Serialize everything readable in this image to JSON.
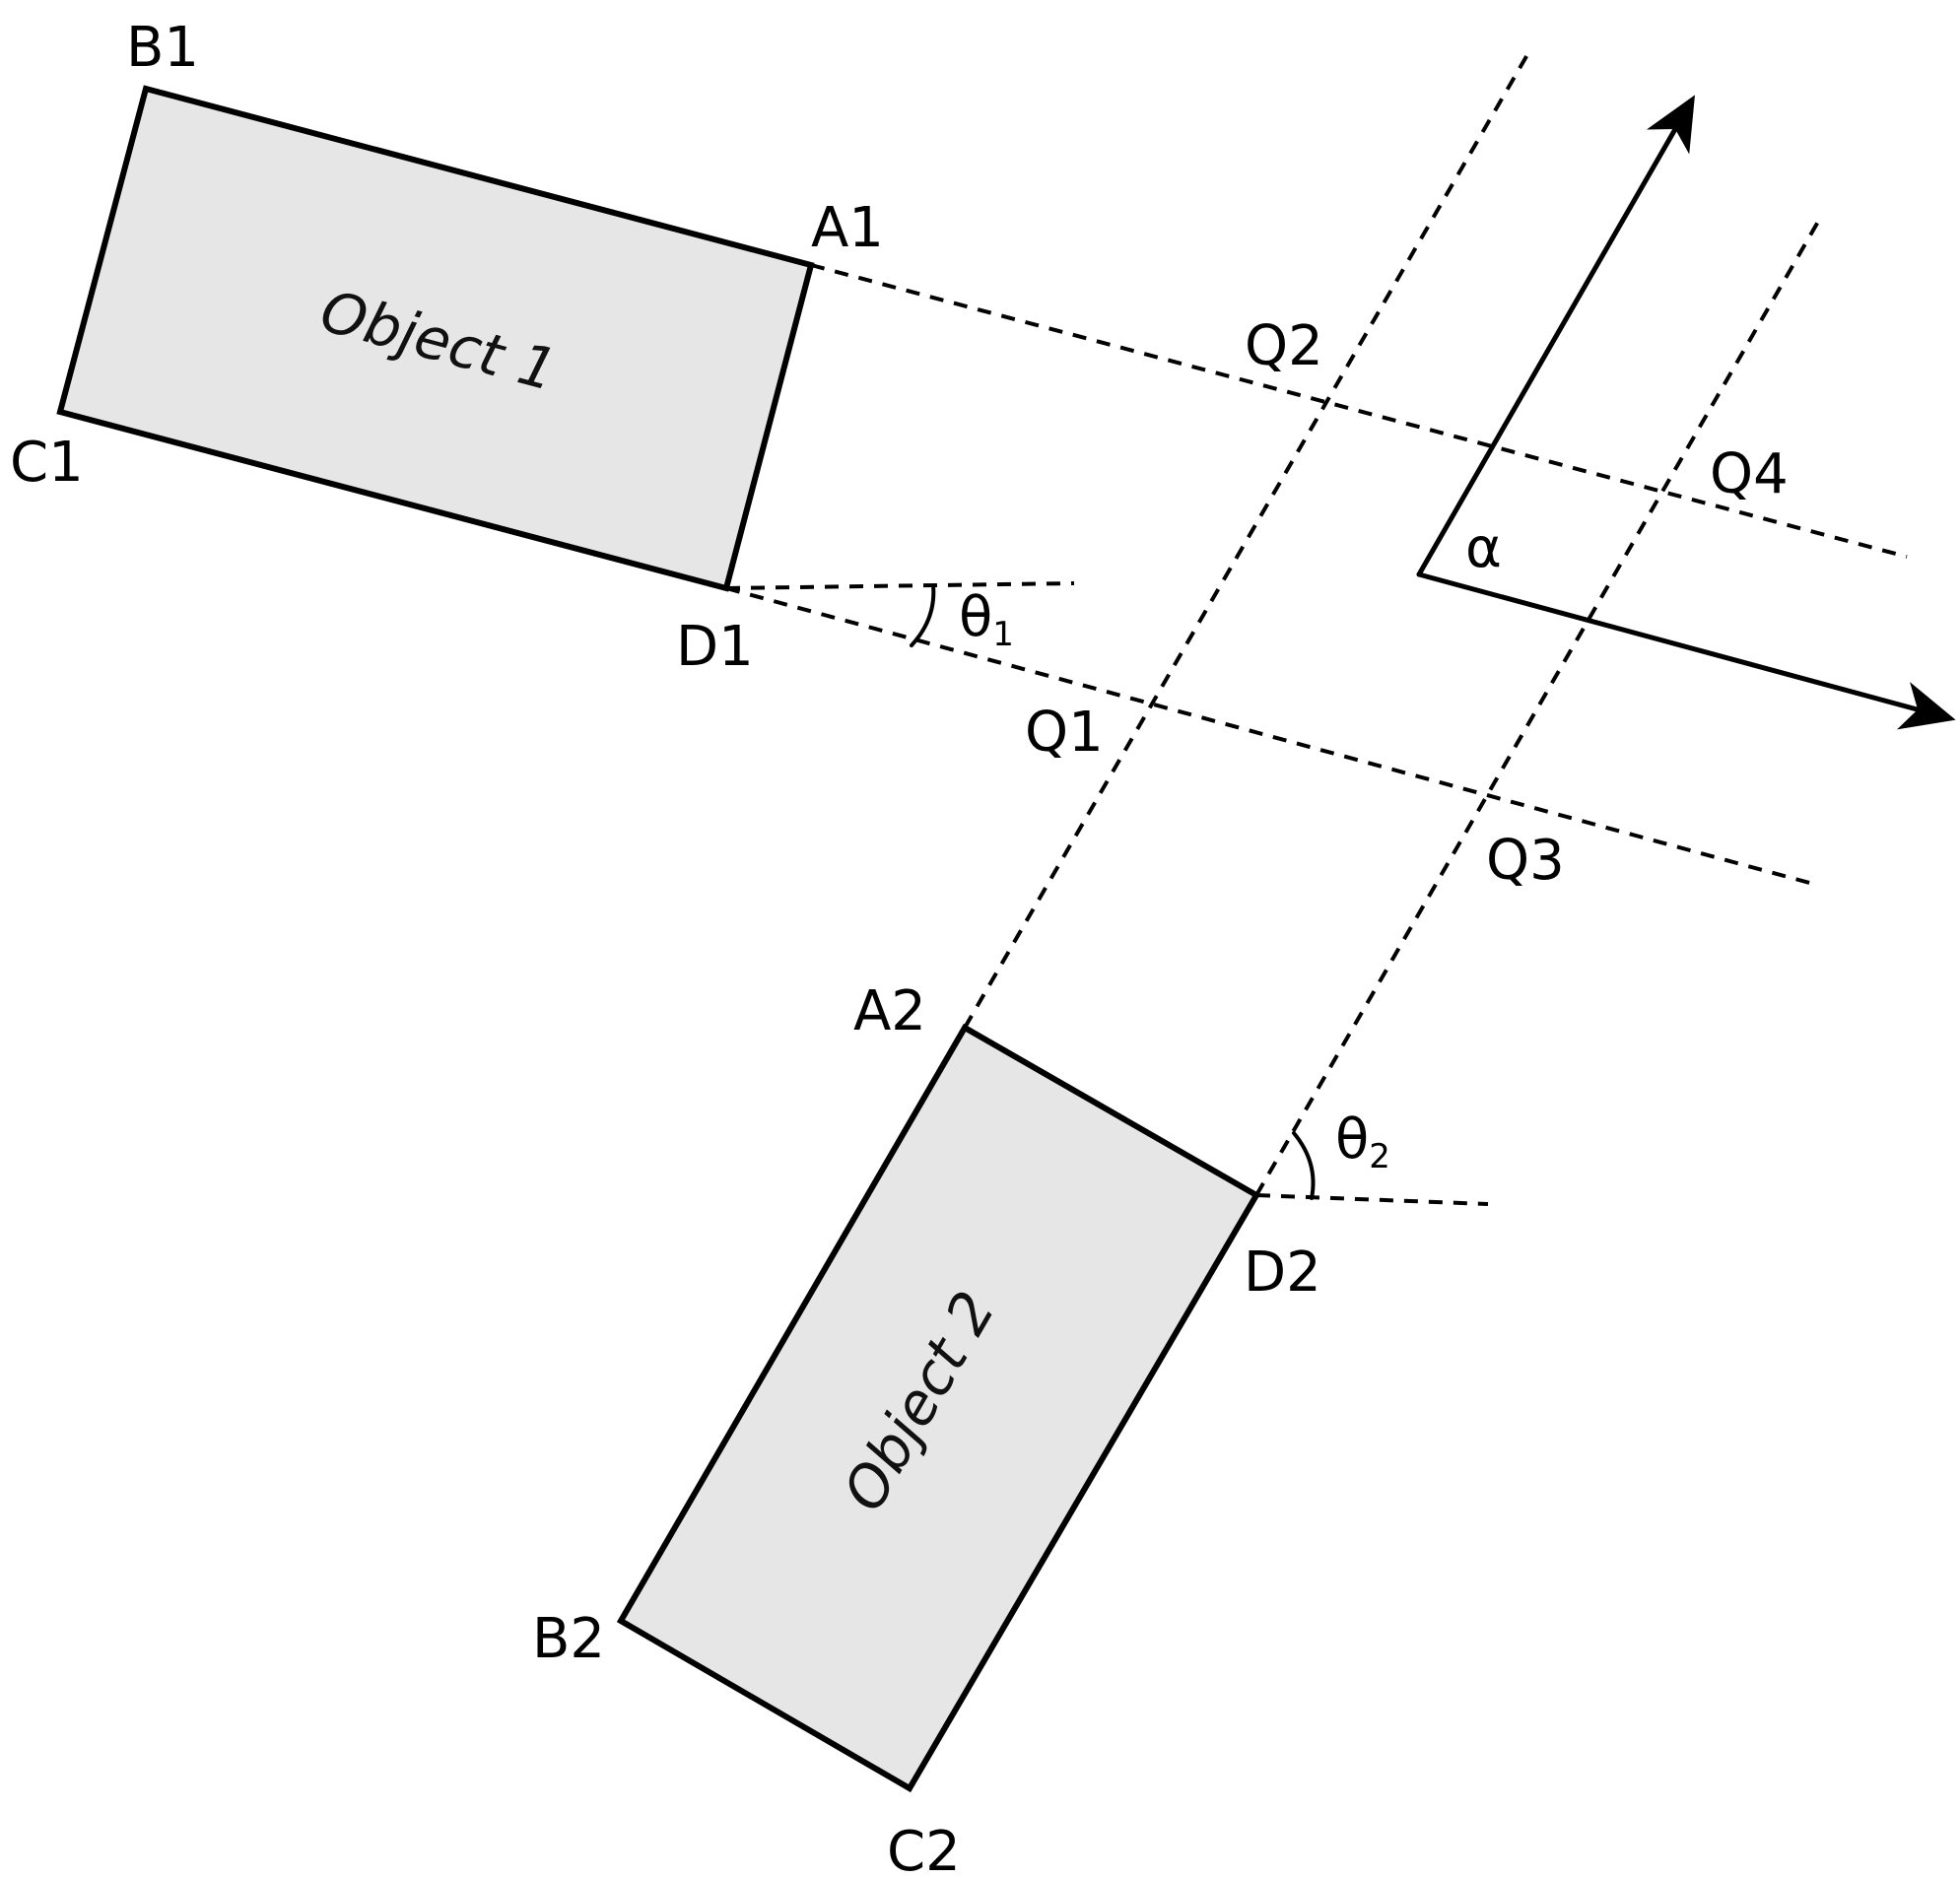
{
  "colors": {
    "object_fill": "#e6e6e6",
    "line": "#000000",
    "background": "#ffffff"
  },
  "objects": [
    {
      "label": "Object 1"
    },
    {
      "label": "Object 2"
    }
  ],
  "vertex_labels": {
    "A1": "A1",
    "B1": "B1",
    "C1": "C1",
    "D1": "D1",
    "A2": "A2",
    "B2": "B2",
    "C2": "C2",
    "D2": "D2"
  },
  "intersection_labels": {
    "Q1": "Q1",
    "Q2": "Q2",
    "Q3": "Q3",
    "Q4": "Q4"
  },
  "angle_labels": {
    "theta1": {
      "symbol": "θ",
      "subscript": "1"
    },
    "theta2": {
      "symbol": "θ",
      "subscript": "2"
    },
    "alpha": "α"
  }
}
